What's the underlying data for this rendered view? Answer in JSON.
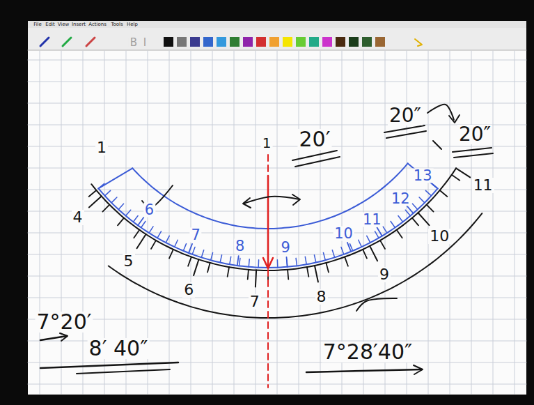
{
  "diagram": {
    "labels": [
      "1",
      "1",
      "20′",
      "20″",
      "20″",
      "6",
      "7",
      "8",
      "9",
      "10",
      "11",
      "12",
      "13",
      "4",
      "5",
      "6",
      "7",
      "8",
      "9",
      "10",
      "11",
      "7°20′",
      "8′ 40″",
      "7°28′40″",
      "File",
      "Edit",
      "View",
      "Insert",
      "Actions",
      "Tools",
      "Help",
      "B",
      "I"
    ]
  }
}
